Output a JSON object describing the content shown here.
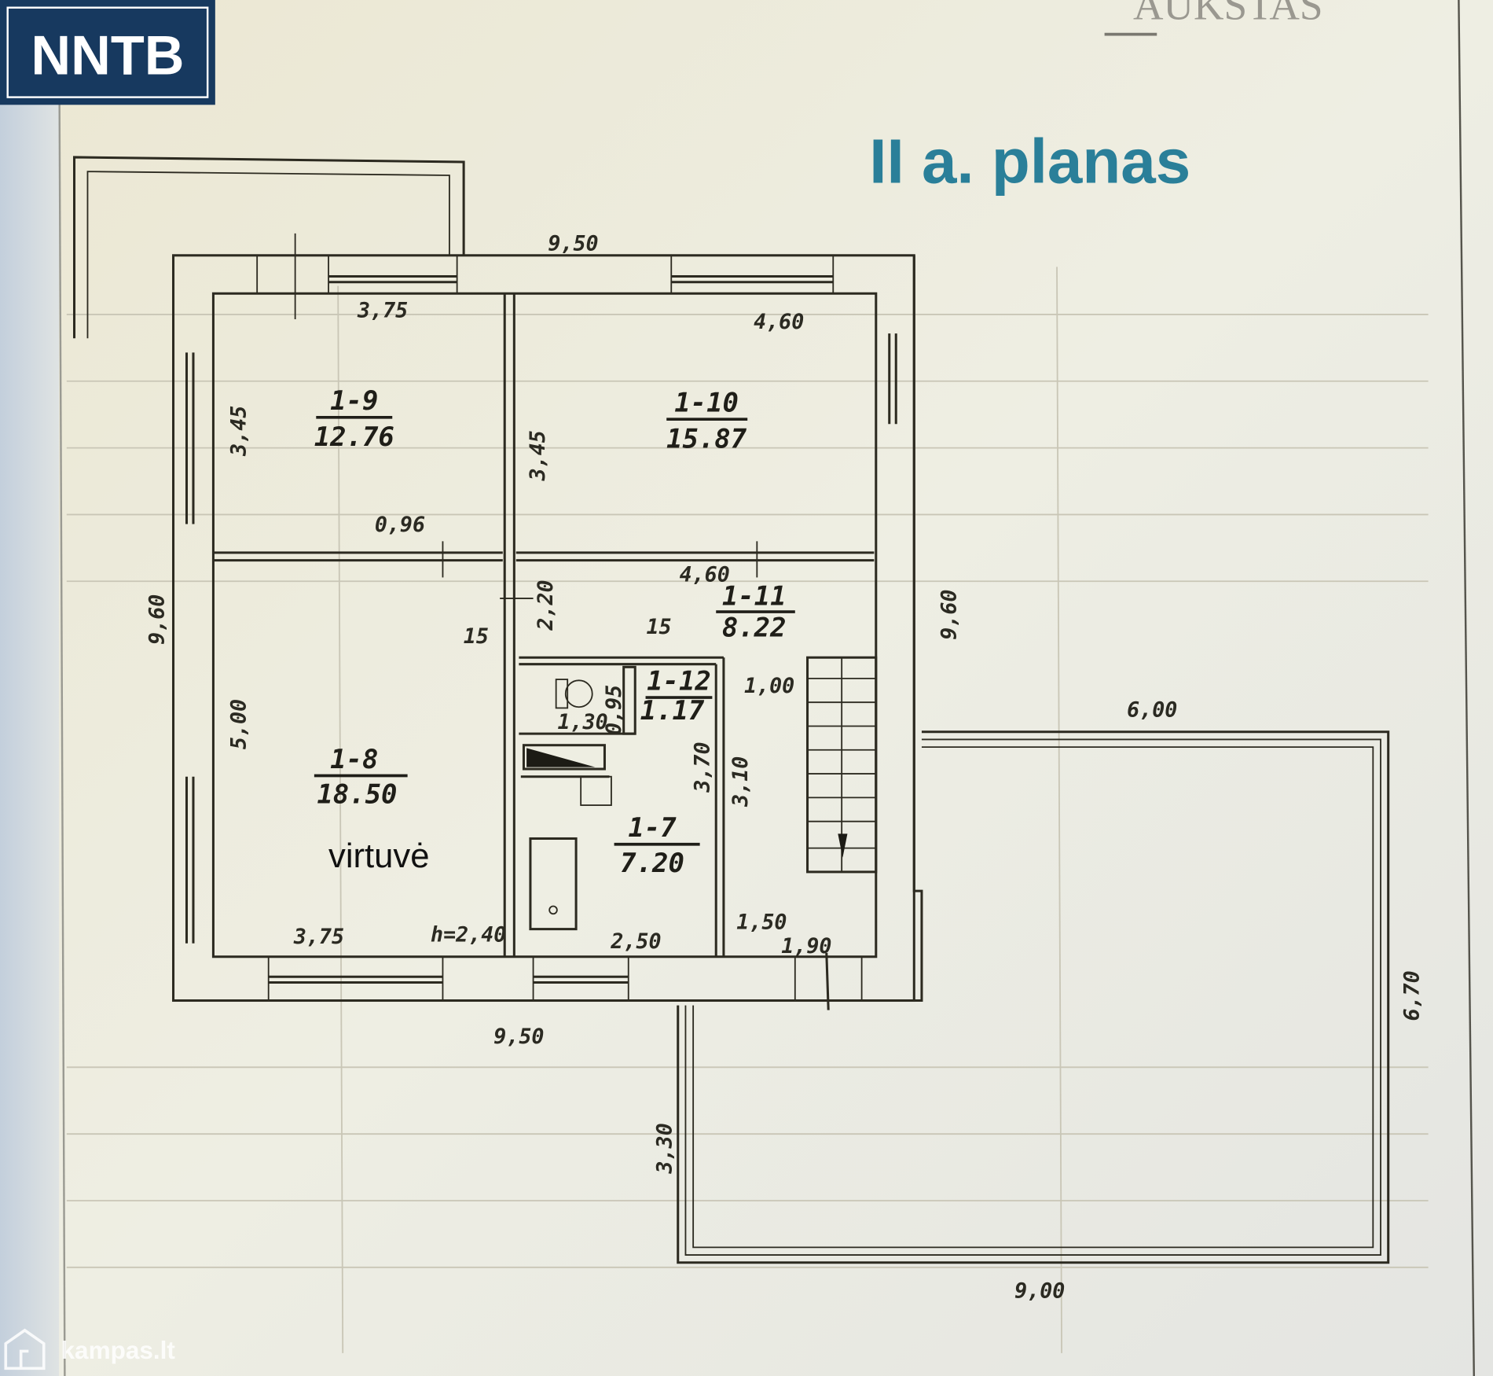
{
  "logo": {
    "text": "NNTB",
    "bg_color": "#17395f"
  },
  "title": {
    "text": "II a. planas",
    "color": "#2a7f99"
  },
  "header_fragment": "AUKŠTAS",
  "kitchen_label": "virtuvė",
  "watermark": "kampas.lt",
  "rooms": [
    {
      "id": "1-9",
      "area": "12.76"
    },
    {
      "id": "1-10",
      "area": "15.87"
    },
    {
      "id": "1-11",
      "area": "8.22"
    },
    {
      "id": "1-12",
      "area": "1.17"
    },
    {
      "id": "1-8",
      "area": "18.50"
    },
    {
      "id": "1-7",
      "area": "7.20"
    }
  ],
  "dimensions": {
    "top_total": "9,50",
    "room_1_9_width": "3,75",
    "room_1_10_width": "4,60",
    "room_1_9_depth": "3,45",
    "room_1_10_depth": "3,45",
    "left_total": "9,60",
    "right_total": "9,60",
    "door_096": "0,96",
    "hall_width": "4,60",
    "hall_depth": "2,20",
    "wall_15a": "15",
    "wall_15b": "15",
    "kitchen_depth": "5,00",
    "wc_130": "1,30",
    "wc_095": "0,95",
    "stair_100": "1,00",
    "r17_370": "3,70",
    "r17_310": "3,10",
    "kitchen_width": "3,75",
    "height": "h=2,40",
    "r17_width": "2,50",
    "stair_150": "1,50",
    "stair_190": "1,90",
    "bottom_total": "9,50",
    "terrace_top": "6,00",
    "terrace_right": "6,70",
    "terrace_left": "3,30",
    "terrace_bottom": "9,00"
  }
}
